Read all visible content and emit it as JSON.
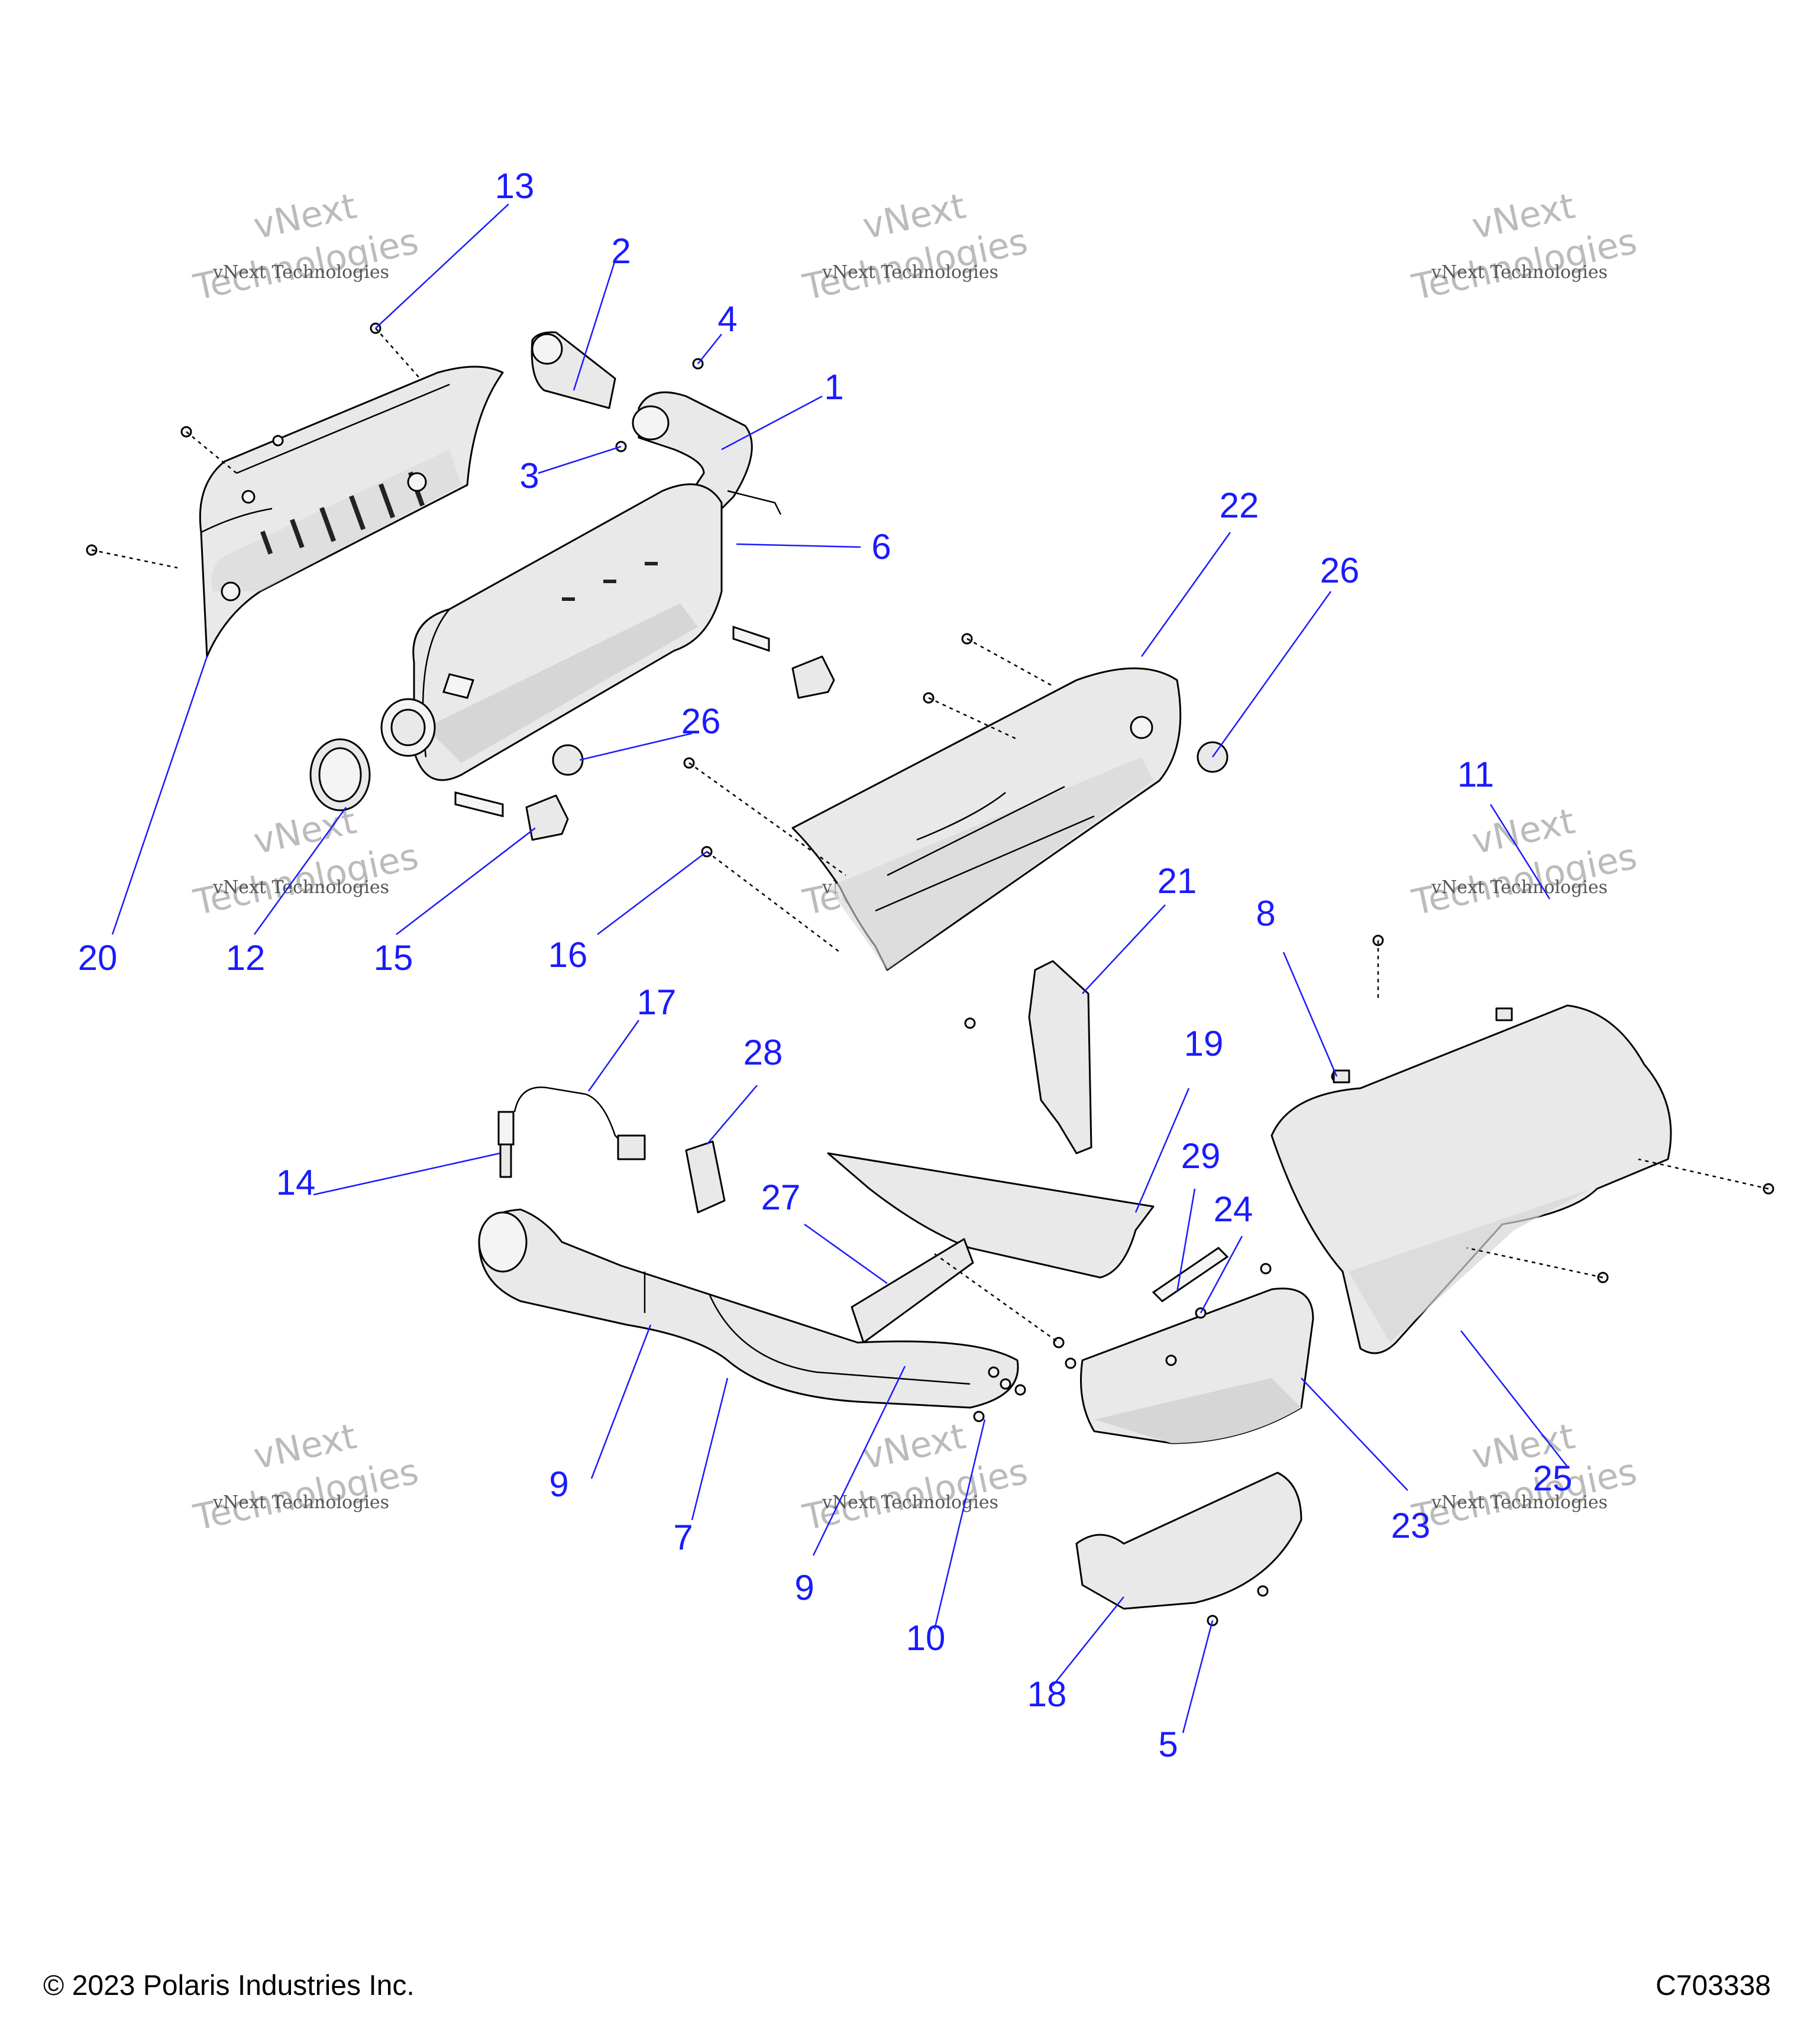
{
  "diagram": {
    "callouts": [
      "13",
      "2",
      "4",
      "1",
      "3",
      "6",
      "22",
      "26",
      "26",
      "11",
      "20",
      "12",
      "15",
      "16",
      "21",
      "8",
      "17",
      "28",
      "19",
      "14",
      "29",
      "24",
      "27",
      "9",
      "7",
      "9",
      "10",
      "23",
      "25",
      "18",
      "5"
    ],
    "watermark": {
      "line1": "vNext Technologies",
      "line2a": "vNext",
      "line2b": "Technologies"
    }
  },
  "footer": {
    "copyright": "© 2023 Polaris Industries Inc.",
    "drawing_number": "C703338"
  }
}
